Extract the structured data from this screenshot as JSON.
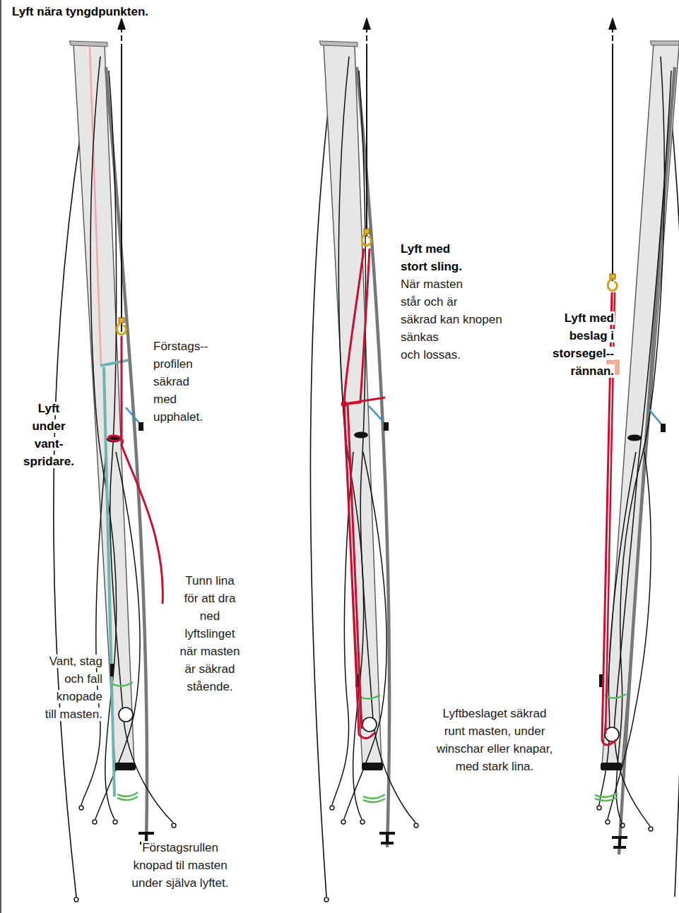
{
  "diagram": {
    "title": "Lyft nära tyngdpunkten.",
    "labels": [
      "Lyft under vant- spridare.",
      "Förstags-- profilen säkrad med upphalet.",
      "Tunn lina för att dra ned lyftslinget när masten är säkrad stående.",
      "Vant, stag och fall knopade till masten.",
      "Förstagsrullen knopad til masten under själva lyftet.",
      "Lyft med stort sling.",
      "När masten står och är säkrad kan knopen sänkas och lossas.",
      "Lyftbeslaget säkrad runt masten, under winschar eller knapar, med stark lina.",
      "Lyft med beslag i storsegel-- rännan."
    ]
  }
}
